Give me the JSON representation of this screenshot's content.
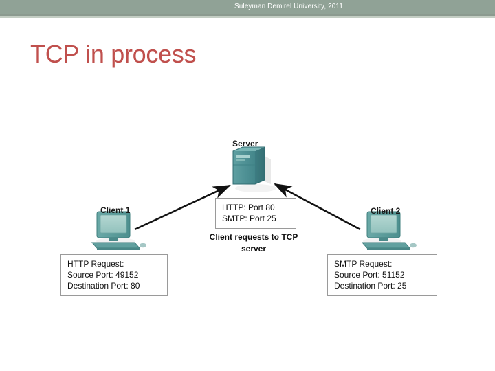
{
  "header": {
    "text": "Suleyman Demirel University, 2011",
    "band_color": "#90a296",
    "text_color": "#ffffff"
  },
  "title": {
    "text": "TCP in process",
    "color": "#c0504d"
  },
  "diagram": {
    "nodes": {
      "server": {
        "label": "Server",
        "icon": "server-tower-icon",
        "color": "#4f8f93"
      },
      "client1": {
        "label": "Client 1",
        "icon": "desktop-computer-icon",
        "color": "#5e9b9b"
      },
      "client2": {
        "label": "Client 2",
        "icon": "desktop-computer-icon",
        "color": "#5e9b9b"
      }
    },
    "server_ports_box": {
      "line1": "HTTP: Port 80",
      "line2": "SMTP: Port 25"
    },
    "caption": "Client requests to TCP server",
    "http_request_box": {
      "line1": "HTTP Request:",
      "line2": "Source Port: 49152",
      "line3": "Destination Port: 80"
    },
    "smtp_request_box": {
      "line1": "SMTP Request:",
      "line2": "Source Port: 51152",
      "line3": "Destination Port: 25"
    },
    "arrows": [
      {
        "name": "client1-to-server-arrow",
        "from": "Client 1",
        "to": "Server"
      },
      {
        "name": "client2-to-server-arrow",
        "from": "Client 2",
        "to": "Server"
      }
    ]
  }
}
